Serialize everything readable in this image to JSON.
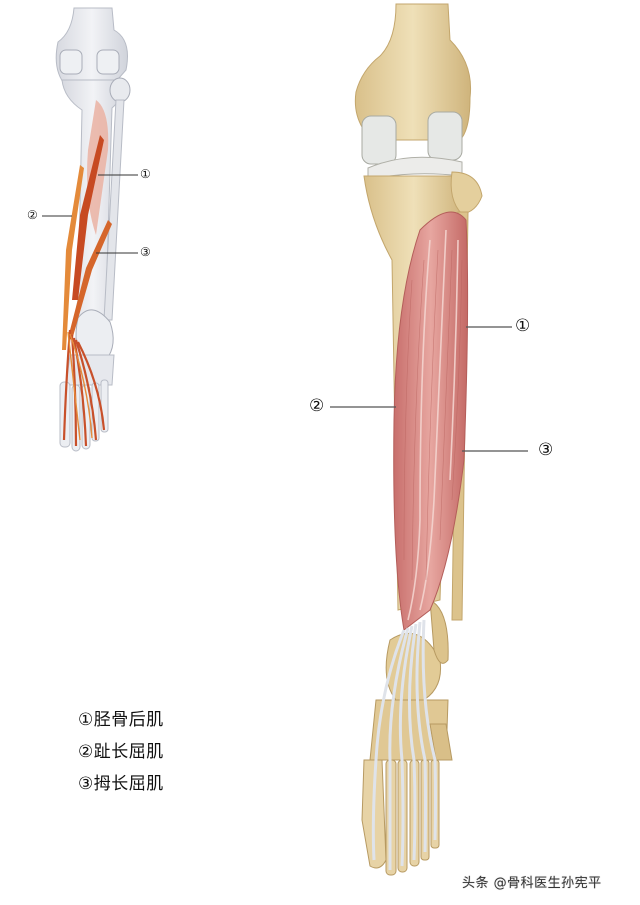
{
  "figure_small": {
    "callouts": [
      {
        "id": 1,
        "label": "①"
      },
      {
        "id": 2,
        "label": "②"
      },
      {
        "id": 3,
        "label": "③"
      }
    ]
  },
  "figure_large": {
    "callouts": [
      {
        "id": 1,
        "label": "①"
      },
      {
        "id": 2,
        "label": "②"
      },
      {
        "id": 3,
        "label": "③"
      }
    ]
  },
  "legend": {
    "items": [
      {
        "marker": "①",
        "text": "胫骨后肌"
      },
      {
        "marker": "②",
        "text": "趾长屈肌"
      },
      {
        "marker": "③",
        "text": "拇长屈肌"
      }
    ]
  },
  "watermark": {
    "text": "头条 @骨科医生孙宪平"
  },
  "colors": {
    "bone_large": "#e6d3a3",
    "bone_small": "#e8e9ee",
    "muscle_large": "#d98a86",
    "muscle_small": "#c8502a",
    "tendon": "#dfe3ea",
    "leader_line": "#555555"
  }
}
